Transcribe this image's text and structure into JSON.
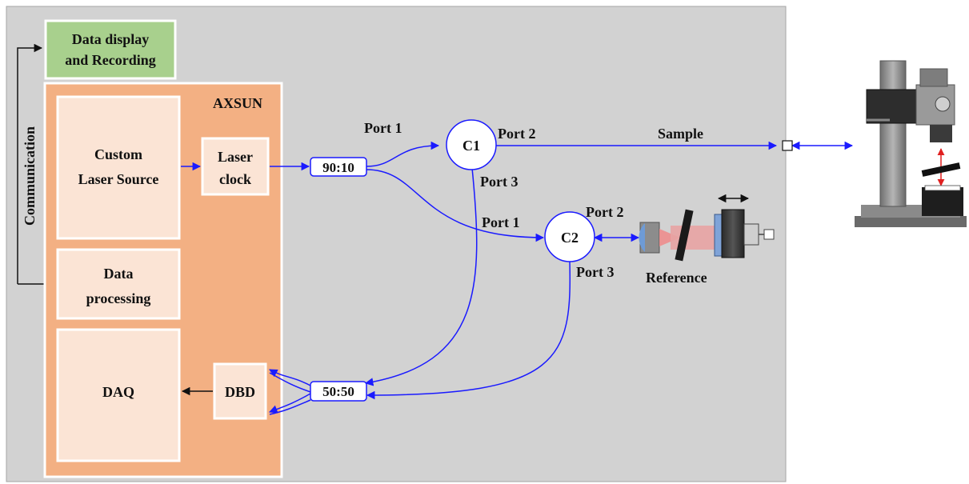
{
  "diagram": {
    "data_display_line1": "Data display",
    "data_display_line2": "and Recording",
    "axsun": "AXSUN",
    "communication": "Communication",
    "custom_laser_line1": "Custom",
    "custom_laser_line2": "Laser Source",
    "laser_clock_line1": "Laser",
    "laser_clock_line2": "clock",
    "data_processing_line1": "Data",
    "data_processing_line2": "processing",
    "daq": "DAQ",
    "dbd": "DBD",
    "coupler_90_10": "90:10",
    "coupler_50_50": "50:50",
    "c1": "C1",
    "c2": "C2",
    "c1_port1": "Port 1",
    "c1_port2": "Port 2",
    "c1_port3": "Port 3",
    "c2_port1": "Port 1",
    "c2_port2": "Port 2",
    "c2_port3": "Port 3",
    "sample": "Sample",
    "reference": "Reference"
  },
  "colors": {
    "background_panel": "#d2d2d2",
    "axsun_box": "#f3b083",
    "inner_box": "#fbe4d5",
    "data_display_box": "#a8d08d",
    "fiber": "#1a1aff",
    "arrow_red": "#e02020"
  }
}
